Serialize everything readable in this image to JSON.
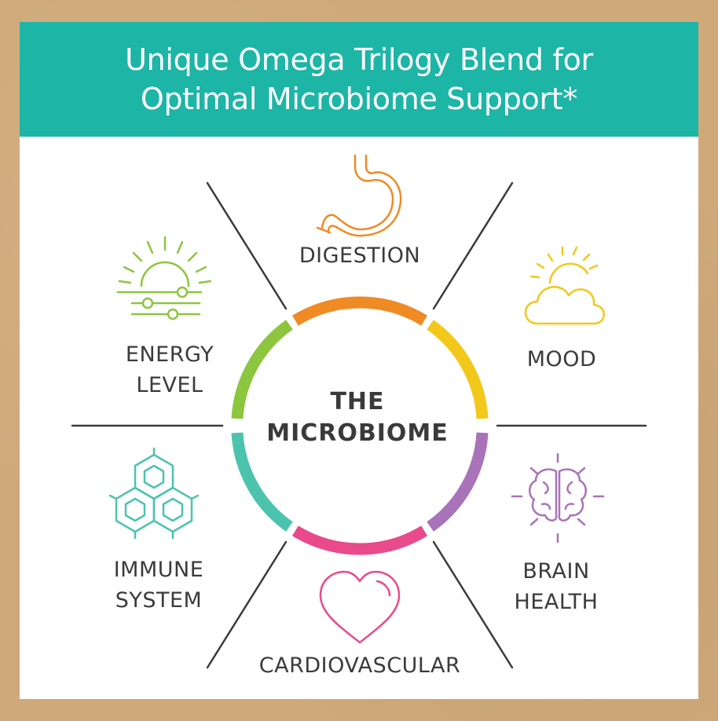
{
  "banner": {
    "line1": "Unique Omega Trilogy Blend for",
    "line2": "Optimal Microbiome Support*"
  },
  "center": {
    "line1": "THE",
    "line2": "MICROBIOME"
  },
  "benefits": {
    "digestion": {
      "label": "DIGESTION",
      "icon": "stomach-icon",
      "color": "#f08a24"
    },
    "mood": {
      "label": "MOOD",
      "icon": "sun-cloud-icon",
      "color": "#f2c81a"
    },
    "brain": {
      "line1": "BRAIN",
      "line2": "HEALTH",
      "icon": "brain-icon",
      "color": "#a873b8"
    },
    "cardio": {
      "label": "CARDIOVASCULAR",
      "icon": "heart-icon",
      "color": "#e84a8c"
    },
    "immune": {
      "line1": "IMMUNE",
      "line2": "SYSTEM",
      "icon": "hexagon-cells-icon",
      "color": "#4cc3ad"
    },
    "energy": {
      "line1": "ENERGY",
      "line2": "LEVEL",
      "icon": "sunrise-sliders-icon",
      "color": "#8cc63f"
    }
  },
  "colors": {
    "banner": "#1db5a6",
    "background": "#cfa97a",
    "divider": "#3b3b3b"
  }
}
